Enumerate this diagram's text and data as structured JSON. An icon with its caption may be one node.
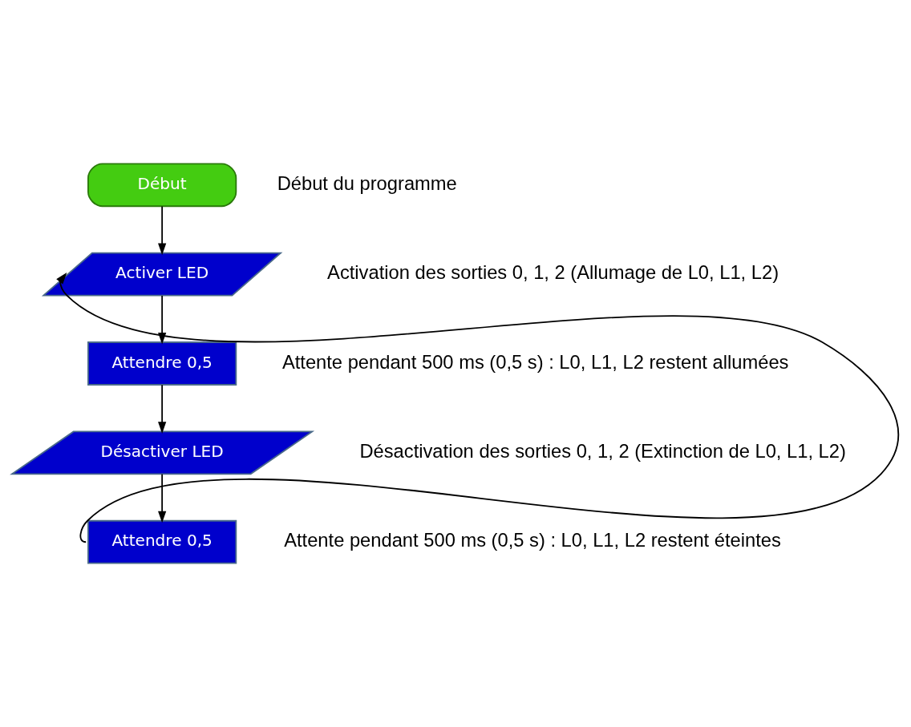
{
  "diagram": {
    "nodes": [
      {
        "text": [
          "Début"
        ],
        "beside": [
          "Début du programme"
        ]
      },
      {
        "text": [
          "Activer LED"
        ],
        "beside": [
          "Activation des sorties 0, 1, 2 (Allumage de L0, L1, L2)"
        ]
      },
      {
        "text": [
          "Attendre 0,5"
        ],
        "beside": [
          "Attente pendant 500 ms (0,5 s) : L0, L1, L2 restent allumées"
        ]
      },
      {
        "text": [
          "Désactiver LED"
        ],
        "beside": [
          "Désactivation des sorties 0, 1, 2 (Extinction de L0, L1, L2)"
        ]
      },
      {
        "text": [
          "Attendre 0,5"
        ],
        "beside": [
          "Attente pendant 500 ms (0,5 s) : L0, L1, L2 restent éteintes"
        ]
      }
    ],
    "edges": [
      {
        "from": 0,
        "to": 1,
        "arrow": "to"
      },
      {
        "from": 1,
        "to": 2,
        "arrow": "to"
      },
      {
        "from": 2,
        "to": 3,
        "arrow": "to"
      },
      {
        "from": 3,
        "to": 4,
        "arrow": "to"
      },
      {
        "from": 4,
        "to": 1,
        "arrow": "to"
      }
    ]
  }
}
